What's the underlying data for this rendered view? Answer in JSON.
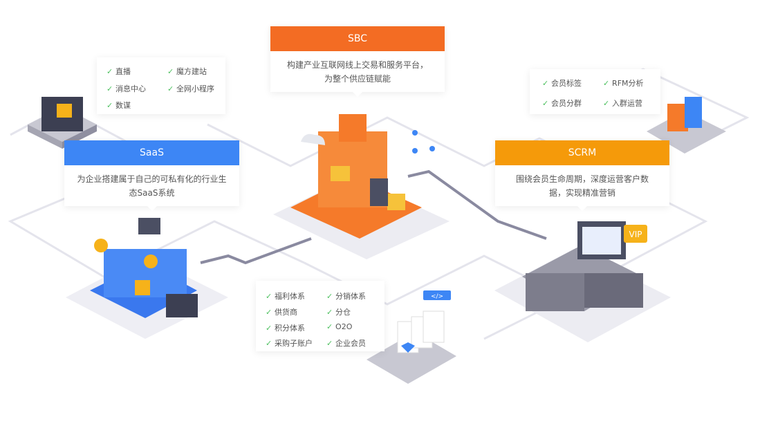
{
  "saas": {
    "title": "SaaS",
    "desc": "为企业搭建属于自己的可私有化的行业生态SaaS系统",
    "color": "#3d86f5",
    "features": [
      "直播",
      "魔方建站",
      "消息中心",
      "全网小程序",
      "数谋"
    ]
  },
  "sbc": {
    "title": "SBC",
    "desc_line1": "构建产业互联网线上交易和服务平台，",
    "desc_line2": "为整个供应链赋能",
    "color": "#f36c23",
    "features": [
      "福利体系",
      "分销体系",
      "供货商",
      "分仓",
      "积分体系",
      "O2O",
      "采购子账户",
      "企业会员"
    ]
  },
  "scrm": {
    "title": "SCRM",
    "desc": "围绕会员生命周期，深度运营客户数据，实现精准营销",
    "color": "#f59a0a",
    "features": [
      "会员标签",
      "RFM分析",
      "会员分群",
      "入群运营"
    ]
  },
  "labels": {
    "vip": "VIP",
    "code": "</>"
  }
}
